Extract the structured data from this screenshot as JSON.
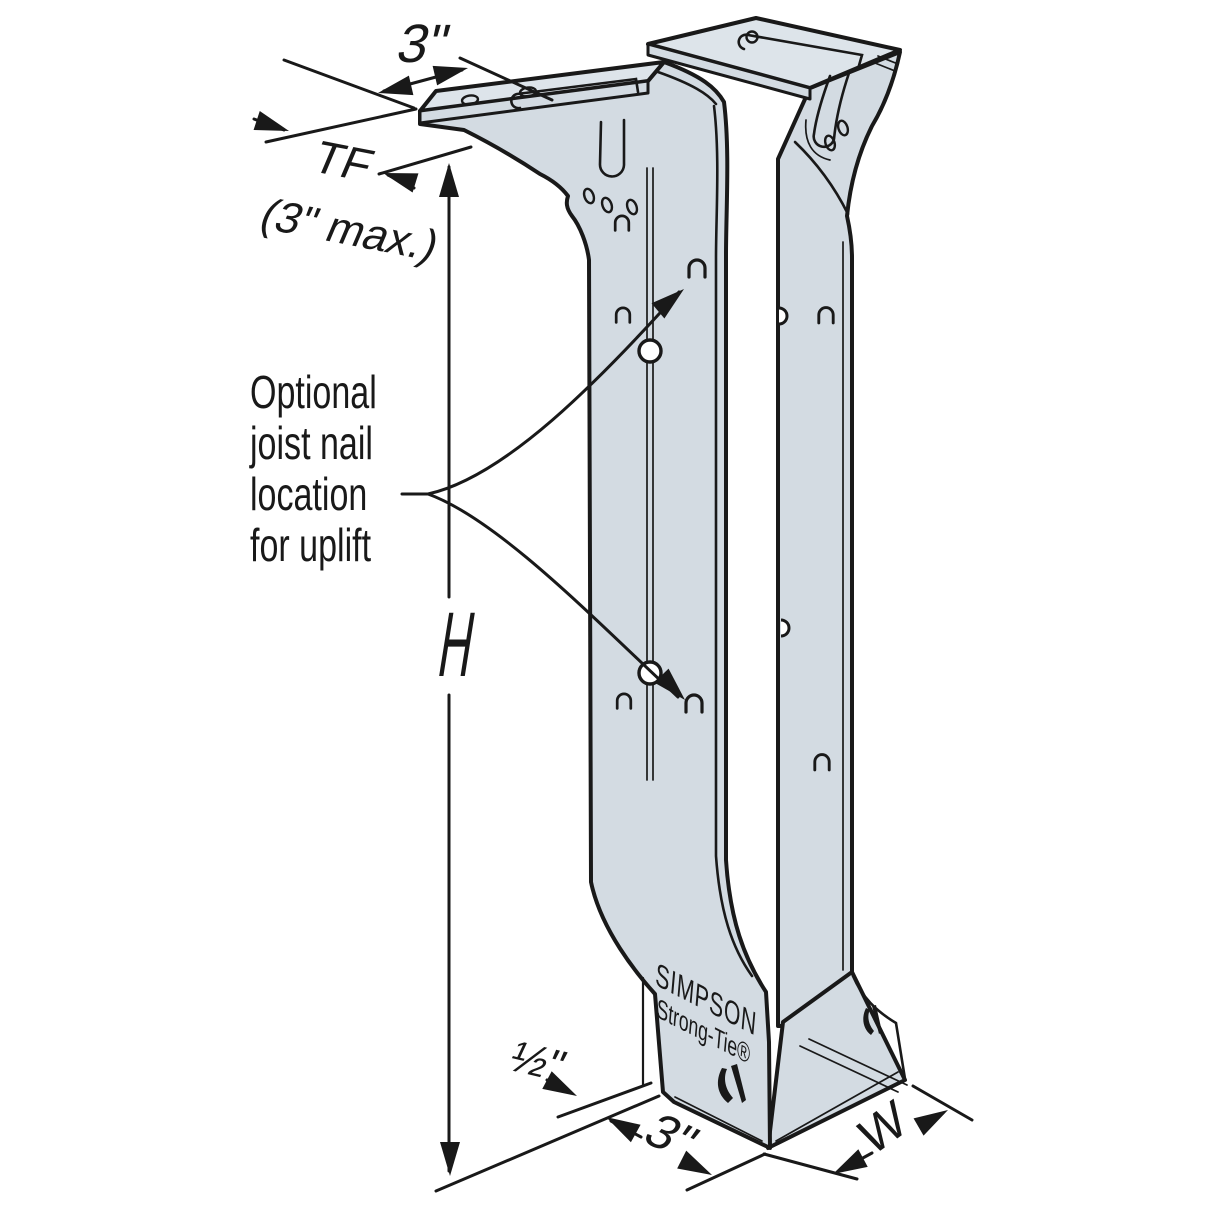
{
  "title": "Simpson Strong-Tie top-flange joist hanger dimension diagram",
  "diagram": {
    "dimensions": {
      "top_width": "3\"",
      "top_flange": "TF",
      "top_flange_max": "(3\" max.)",
      "height": "H",
      "seat_offset": "½\"",
      "seat_depth": "3\"",
      "seat_width": "W"
    },
    "note": {
      "line1": "Optional",
      "line2": "joist nail",
      "line3": "location",
      "line4": "for uplift"
    },
    "brand": {
      "line1": "SIMPSON",
      "line2": "Strong-Tie®"
    },
    "colors": {
      "metal": "#d3dbe2",
      "metal_light": "#dde4ea",
      "line": "#191919",
      "background": "#ffffff",
      "hole": "#ffffff"
    }
  }
}
